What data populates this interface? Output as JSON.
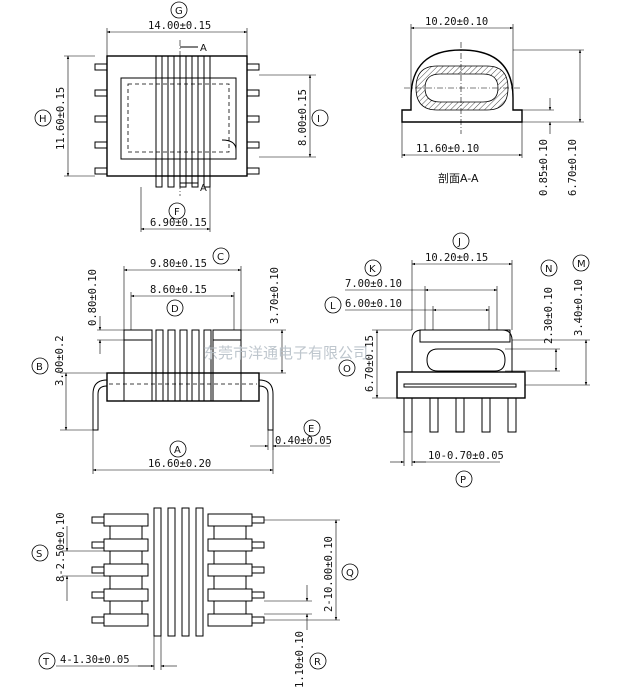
{
  "watermark": "东莞市洋通电子有限公司",
  "section_title": "剖面A-A",
  "section_marker": "A",
  "bubbles": {
    "G": "G",
    "H": "H",
    "I": "I",
    "F": "F",
    "C": "C",
    "D": "D",
    "B": "B",
    "A": "A",
    "E": "E",
    "J": "J",
    "K": "K",
    "L": "L",
    "M": "M",
    "N": "N",
    "O": "O",
    "P": "P",
    "S": "S",
    "Q": "Q",
    "T": "T",
    "R": "R"
  },
  "dims": {
    "G": "14.00±0.15",
    "H": "11.60±0.15",
    "I": "8.00±0.15",
    "F": "6.90±0.15",
    "sec_top": "10.20±0.10",
    "sec_bottom": "11.60±0.10",
    "sec_085": "0.85±0.10",
    "sec_670": "6.70±0.10",
    "C": "9.80±0.15",
    "D": "8.60±0.15",
    "left_080": "0.80±0.10",
    "right_370": "3.70±0.10",
    "B": "3.00±0.2",
    "A": "16.60±0.20",
    "E": "0.40±0.05",
    "J": "10.20±0.15",
    "K": "7.00±0.10",
    "L": "6.00±0.10",
    "O": "6.70±0.15",
    "N": "2.30±0.10",
    "M": "3.40±0.10",
    "P": "10-0.70±0.05",
    "S": "8-2.50±0.10",
    "Q": "2-10.00±0.10",
    "T": "4-1.30±0.05",
    "R": "1.10±0.10"
  }
}
